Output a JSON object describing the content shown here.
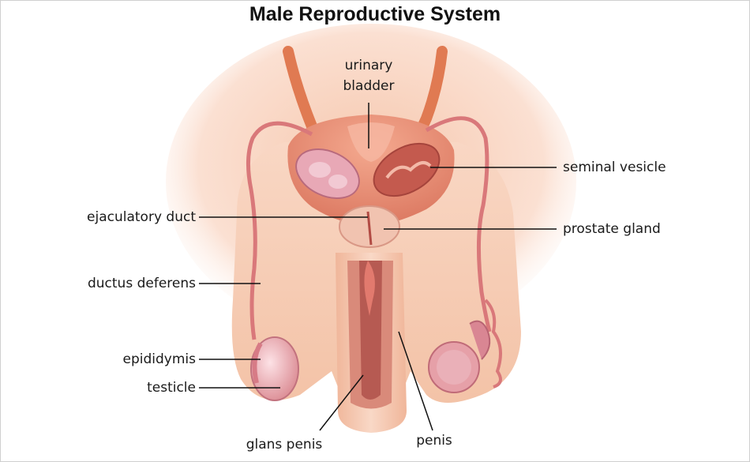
{
  "title": "Male Reproductive System",
  "labels": {
    "urinary_bladder_line1": "urinary",
    "urinary_bladder_line2": "bladder",
    "seminal_vesicle": "seminal vesicle",
    "ejaculatory_duct": "ejaculatory duct",
    "prostate_gland": "prostate gland",
    "ductus_deferens": "ductus deferens",
    "epididymis": "epididymis",
    "testicle": "testicle",
    "glans_penis": "glans penis",
    "penis": "penis"
  },
  "colors": {
    "skin_light": "#fde9df",
    "skin": "#f7cdb6",
    "skin_dark": "#eeb79c",
    "tissue": "#e9a39a",
    "tissue_dark": "#c86e6a",
    "duct": "#d9787a",
    "ureter": "#e07a52",
    "leader_line": "#111111"
  }
}
